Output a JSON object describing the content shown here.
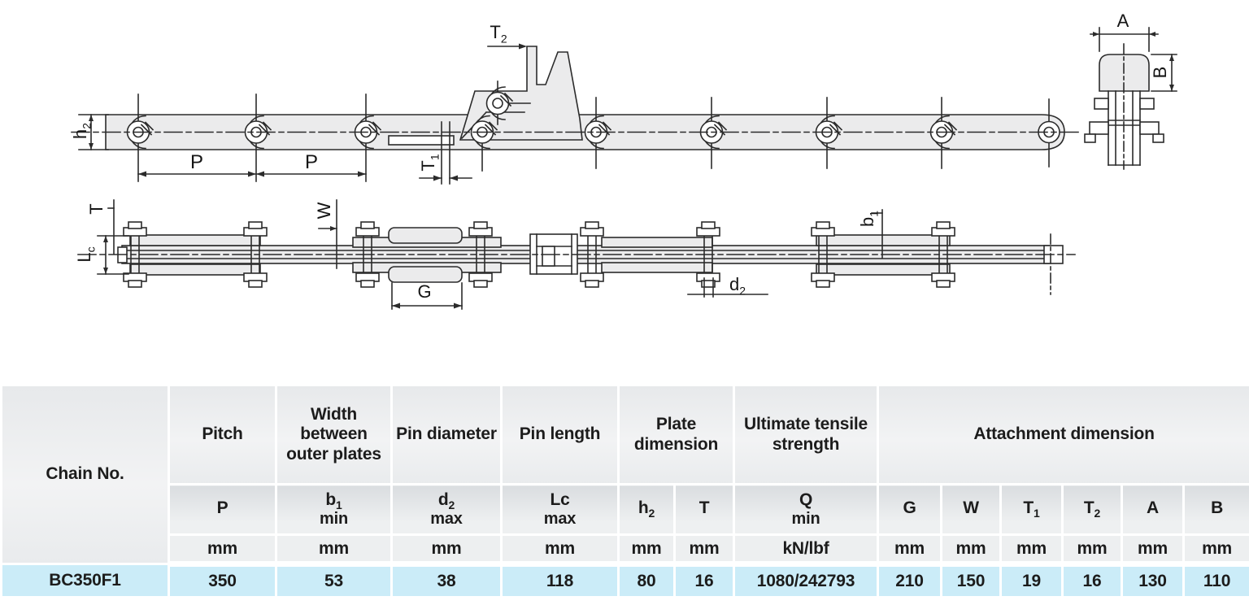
{
  "drawing": {
    "labels": {
      "h2": {
        "main": "h",
        "sub": "2"
      },
      "p_left": "P",
      "p_right": "P",
      "t1": {
        "main": "T",
        "sub": "1"
      },
      "t2": {
        "main": "T",
        "sub": "2"
      },
      "a": "A",
      "b": "B",
      "t": "T",
      "lc": {
        "main": "L",
        "sub": "c"
      },
      "w": "W",
      "g": "G",
      "b1": {
        "main": "b",
        "sub": "1"
      },
      "d2": {
        "main": "d",
        "sub": "2"
      }
    }
  },
  "table": {
    "chain_no_header": "Chain No.",
    "groups": [
      "Pitch",
      "Width between outer plates",
      "Pin diameter",
      "Pin length",
      "Plate dimension",
      "Ultimate tensile strength",
      "Attachment dimension"
    ],
    "symbols": [
      {
        "main": "P",
        "sub": "",
        "qual": ""
      },
      {
        "main": "b",
        "sub": "1",
        "qual": "min"
      },
      {
        "main": "d",
        "sub": "2",
        "qual": "max"
      },
      {
        "main": "Lc",
        "sub": "",
        "qual": "max"
      },
      {
        "main": "h",
        "sub": "2",
        "qual": ""
      },
      {
        "main": "T",
        "sub": "",
        "qual": ""
      },
      {
        "main": "Q",
        "sub": "",
        "qual": "min"
      },
      {
        "main": "G",
        "sub": "",
        "qual": ""
      },
      {
        "main": "W",
        "sub": "",
        "qual": ""
      },
      {
        "main": "T",
        "sub": "1",
        "qual": ""
      },
      {
        "main": "T",
        "sub": "2",
        "qual": ""
      },
      {
        "main": "A",
        "sub": "",
        "qual": ""
      },
      {
        "main": "B",
        "sub": "",
        "qual": ""
      }
    ],
    "units": [
      "mm",
      "mm",
      "mm",
      "mm",
      "mm",
      "mm",
      "kN/lbf",
      "mm",
      "mm",
      "mm",
      "mm",
      "mm",
      "mm"
    ],
    "rows": [
      {
        "chain_no": "BC350F1",
        "values": [
          "350",
          "53",
          "38",
          "118",
          "80",
          "16",
          "1080/242793",
          "210",
          "150",
          "19",
          "16",
          "130",
          "110"
        ]
      }
    ]
  },
  "colors": {
    "header_bg": "#eaecee",
    "subheader_bg": "#dfe2e5",
    "units_bg": "#edeff0",
    "highlight_row": "#cbecf8",
    "line": "#2b2b2b",
    "metal_fill": "#ebebec"
  }
}
